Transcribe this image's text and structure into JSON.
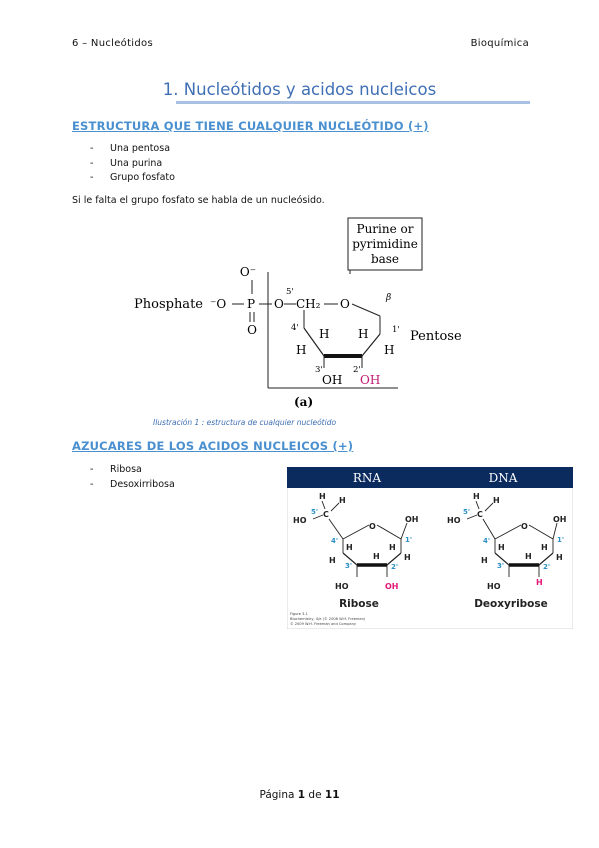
{
  "header": {
    "left": "6 – Nucleótidos",
    "right": "Bioquímica"
  },
  "title": "1. Nucleótidos y acidos nucleicos",
  "section1": {
    "heading": "ESTRUCTURA QUE TIENE CUALQUIER NUCLEÓTIDO (+)",
    "items": [
      "Una pentosa",
      "Una purina",
      "Grupo fosfato"
    ],
    "paragraph": "Si le falta el grupo fosfato se habla de un nucleósido."
  },
  "figure1": {
    "base_label": [
      "Purine or",
      "pyrimidine",
      "base"
    ],
    "phosphate_label": "Phosphate",
    "pentose_label": "Pentose",
    "beta": "β",
    "panel": "(a)",
    "caption": "Ilustración 1 : estructura de cualquier nucleótido",
    "highlight_color": "#c0186e"
  },
  "section2": {
    "heading": "AZUCARES DE LOS ACIDOS NUCLEICOS (+)",
    "items": [
      "Ribosa",
      "Desoxirribosa"
    ]
  },
  "figure2": {
    "header_left": "RNA",
    "header_right": "DNA",
    "name_left": "Ribose",
    "name_right": "Deoxyribose",
    "header_color": "#0b2a5e",
    "number_color": "#2a8fc7",
    "highlight_color": "#e0187a",
    "fine_print": [
      "Figure 3.1",
      "Biochemistry, 4/e (© 2008 W.H. Freeman)",
      "© 2009 W.H. Freeman and Company"
    ]
  },
  "footer": {
    "prefix": "Página ",
    "page": "1",
    "mid": " de ",
    "total": "11"
  }
}
